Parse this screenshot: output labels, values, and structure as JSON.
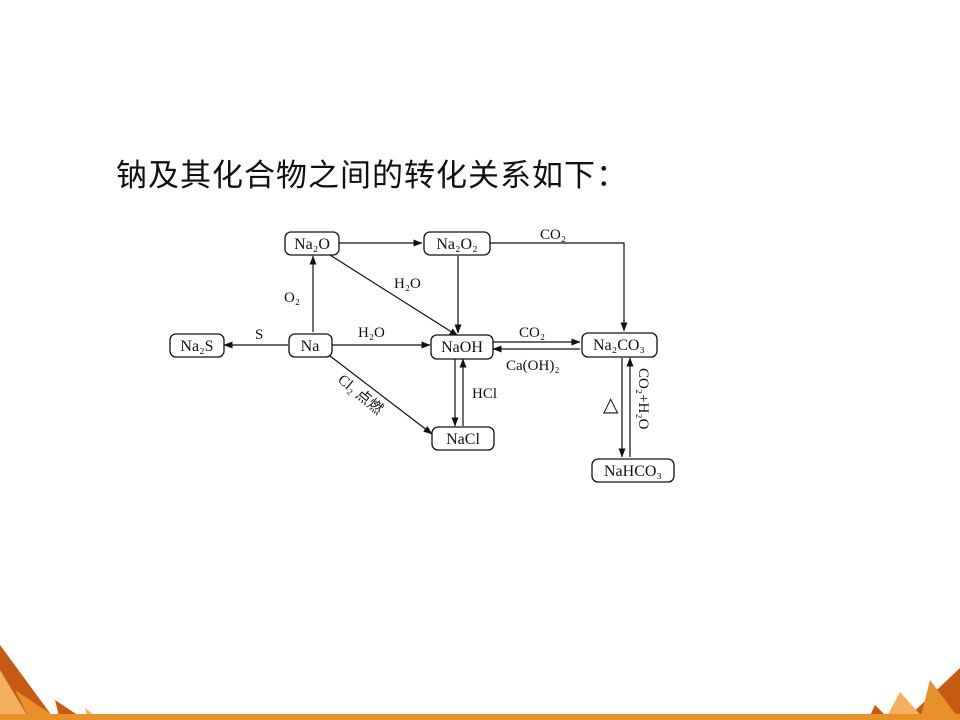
{
  "heading": "钠及其化合物之间的转化关系如下：",
  "nodes": {
    "na2o": "Na₂O",
    "na2o2": "Na₂O₂",
    "na2s": "Na₂S",
    "na": "Na",
    "naoh": "NaOH",
    "na2co3": "Na₂CO₃",
    "nacl": "NaCl",
    "nahco3": "NaHCO₃"
  },
  "labels": {
    "co2_top": "CO₂",
    "h2o_diag": "H₂O",
    "o2": "O₂",
    "s": "S",
    "h2o_mid": "H₂O",
    "co2_mid": "CO₂",
    "caoh2": "Ca(OH)₂",
    "hcl": "HCl",
    "cl2_ignite": "Cl₂ 点燃",
    "delta": "△",
    "co2_h2o": "CO₂+H₂O"
  },
  "colors": {
    "accent_orange": "#e8912a",
    "accent_dark_orange": "#c65a12",
    "accent_light_orange": "#f4b060"
  }
}
